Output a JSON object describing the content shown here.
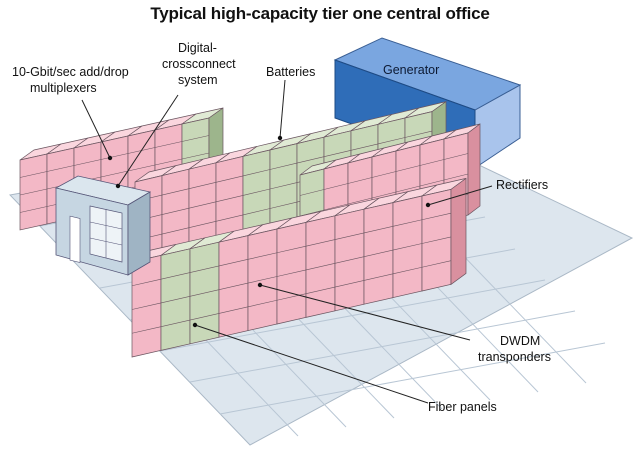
{
  "title": "Typical high-capacity tier one central office",
  "labels": {
    "mux": [
      "10-Gbit/sec add/drop",
      "multiplexers"
    ],
    "dcs": [
      "Digital-",
      "crossconnect",
      "system"
    ],
    "batteries": "Batteries",
    "generator": "Generator",
    "rectifiers": "Rectifiers",
    "dwdm": [
      "DWDM",
      "transponders"
    ],
    "fiber": "Fiber panels"
  },
  "colors": {
    "pink_front": "#f3b8c6",
    "pink_side": "#d9909f",
    "pink_top": "#fad6de",
    "green_front": "#c8d8b8",
    "green_side": "#9db58c",
    "green_top": "#e0ead4",
    "generator_front": "#2f6db8",
    "generator_top": "#7aa6e0",
    "generator_side": "#a9c4ec",
    "floor": "#dde6ee",
    "grid": "#b8c6d4"
  }
}
